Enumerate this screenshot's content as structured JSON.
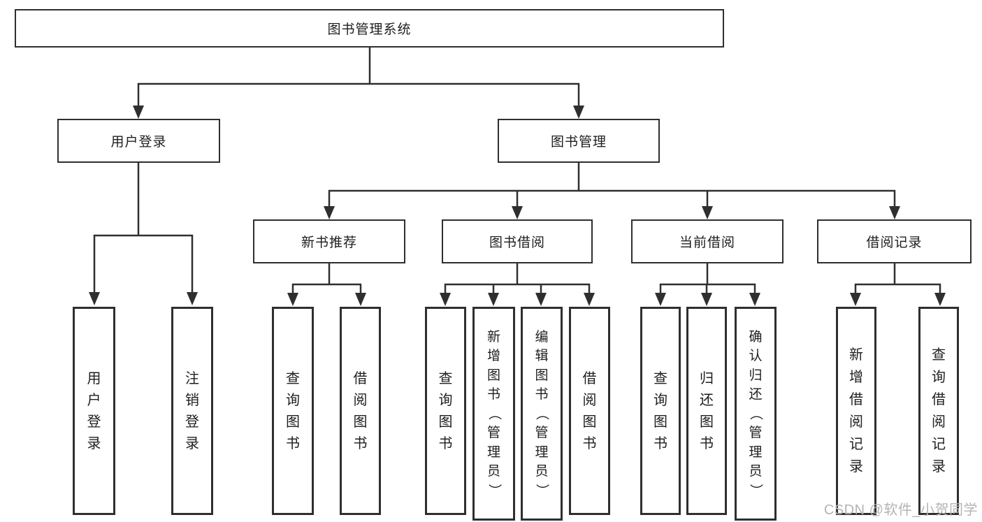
{
  "colors": {
    "line": "#2f2f2f",
    "text": "#1e1e1e",
    "box-bg": "#ffffff",
    "bg": "#ffffff",
    "watermark": "#b4b4b4"
  },
  "watermark": "CSDN @软件_小贺同学",
  "tree": {
    "root": {
      "label": "图书管理系统"
    },
    "branches": [
      {
        "label": "用户登录",
        "children": [
          {
            "label": "用户登录"
          },
          {
            "label": "注销登录"
          }
        ]
      },
      {
        "label": "图书管理",
        "children": [
          {
            "label": "新书推荐",
            "children": [
              {
                "label": "查询图书"
              },
              {
                "label": "借阅图书"
              }
            ]
          },
          {
            "label": "图书借阅",
            "children": [
              {
                "label": "查询图书"
              },
              {
                "label": "新增图书（管理员）"
              },
              {
                "label": "编辑图书（管理员）"
              },
              {
                "label": "借阅图书"
              }
            ]
          },
          {
            "label": "当前借阅",
            "children": [
              {
                "label": "查询图书"
              },
              {
                "label": "归还图书"
              },
              {
                "label": "确认归还（管理员）"
              }
            ]
          },
          {
            "label": "借阅记录",
            "children": [
              {
                "label": "新增借阅记录"
              },
              {
                "label": "查询借阅记录"
              }
            ]
          }
        ]
      }
    ]
  }
}
